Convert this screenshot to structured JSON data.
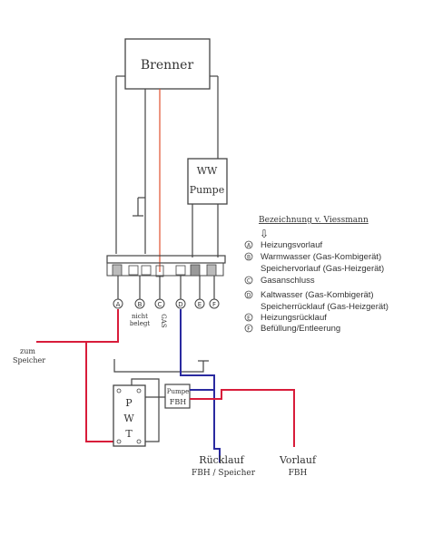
{
  "components": {
    "brenner": "Brenner",
    "ww_pumpe_line1": "WW",
    "ww_pumpe_line2": "Pumpe",
    "pumpe_fbh_line1": "Pumpe",
    "pumpe_fbh_line2": "FBH",
    "pwt_p": "P",
    "pwt_w": "W",
    "pwt_t": "T"
  },
  "ports": {
    "a": "A",
    "b": "B",
    "c": "C",
    "d": "D",
    "e": "E",
    "f": "F",
    "b_note_line1": "nicht",
    "b_note_line2": "belegt",
    "c_note": "GAS"
  },
  "labels": {
    "zum_speicher_line1": "zum",
    "zum_speicher_line2": "Speicher",
    "ruecklauf_line1": "Rücklauf",
    "ruecklauf_line2": "FBH / Speicher",
    "vorlauf_line1": "Vorlauf",
    "vorlauf_line2": "FBH"
  },
  "legend": {
    "heading": "Bezeichnung v. Viessmann",
    "arrow": "⇩",
    "items": [
      {
        "marker": "A",
        "lines": [
          "Heizungsvorlauf"
        ]
      },
      {
        "marker": "B",
        "lines": [
          "Warmwasser (Gas-Kombigerät)",
          "Speichervorlauf (Gas-Heizgerät)"
        ]
      },
      {
        "marker": "C",
        "lines": [
          "Gasanschluss"
        ]
      },
      {
        "marker": "D",
        "lines": [
          "Kaltwasser (Gas-Kombigerät)",
          "Speicherrücklauf (Gas-Heizgerät)"
        ]
      },
      {
        "marker": "E",
        "lines": [
          "Heizungsrücklauf"
        ]
      },
      {
        "marker": "F",
        "lines": [
          "Befüllung/Entleerung"
        ]
      }
    ]
  },
  "colors": {
    "supply": "#d81c3a",
    "return": "#2a2aa0",
    "line": "#444444",
    "gas": "#e05030"
  }
}
